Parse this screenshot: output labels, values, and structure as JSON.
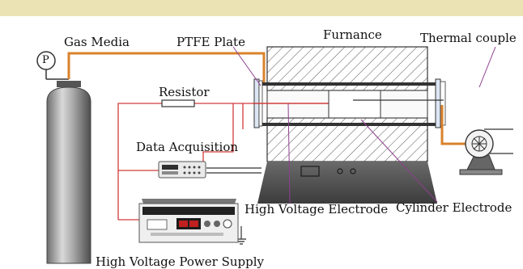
{
  "colors": {
    "top_band": "#ebe3b4",
    "gas_line": "#d9822b",
    "signal_line": "#d23c3c",
    "ground_line": "#333333",
    "leader_line": "#8e3f8e",
    "furnace_body": "#4a4a4a",
    "hatch": "#555555"
  },
  "labels": {
    "gas_media": "Gas Media",
    "ptfe_plate": "PTFE Plate",
    "furnace": "Furnance",
    "thermal_couple": "Thermal couple",
    "resistor": "Resistor",
    "data_acquisition": "Data Acquisition",
    "high_voltage_electrode": "High Voltage Electrode",
    "cylinder_electrode": "Cylinder Electrode",
    "high_voltage_power_supply": "High Voltage Power Supply",
    "pressure_gauge": "P"
  },
  "icons": [
    "pressure-gauge-icon",
    "gas-cylinder-icon",
    "resistor-icon",
    "data-acquisition-icon",
    "power-supply-icon",
    "tube-furnace-icon",
    "blower-icon",
    "ground-icon"
  ]
}
